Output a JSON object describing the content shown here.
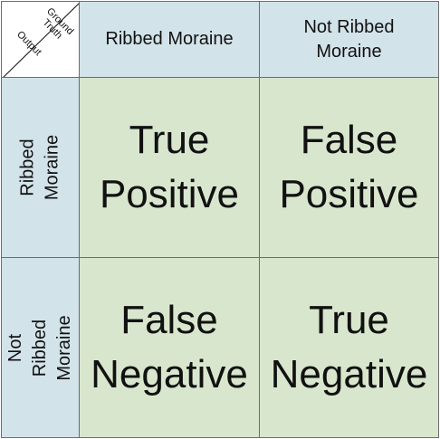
{
  "corner": {
    "ground_truth_label": "Ground\nTruth",
    "output_label": "Output"
  },
  "columns": [
    {
      "label": "Ribbed Moraine"
    },
    {
      "label": "Not Ribbed\nMoraine"
    }
  ],
  "rows": [
    {
      "label": "Ribbed Moraine"
    },
    {
      "label": "Not Ribbed\nMoraine"
    }
  ],
  "cells": [
    [
      "True\nPositive",
      "False\nPositive"
    ],
    [
      "False\nNegative",
      "True\nNegative"
    ]
  ],
  "colors": {
    "header_fill": "#d3e3ea",
    "body_fill": "#d8e6cd",
    "border": "#6d6d6d"
  }
}
